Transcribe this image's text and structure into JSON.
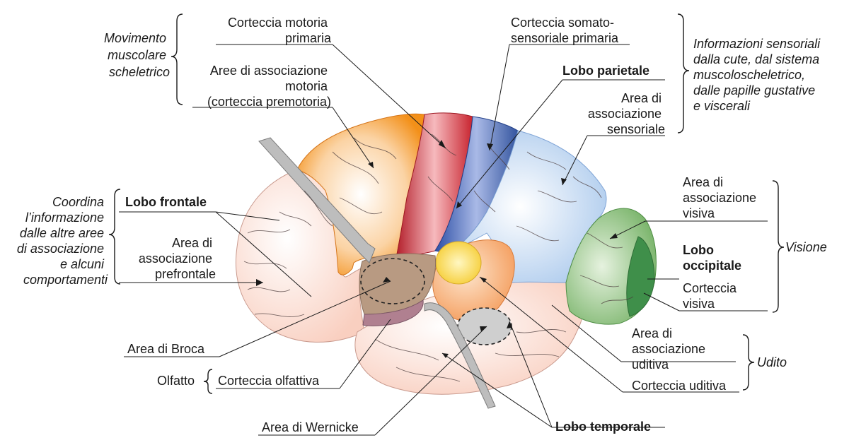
{
  "labels": {
    "motor_primary": [
      "Corteccia motoria",
      "primaria"
    ],
    "premotor": [
      "Aree di associazione",
      "motoria",
      "(corteccia premotoria)"
    ],
    "somatosensory": [
      "Corteccia somato-",
      "sensoriale primaria"
    ],
    "parietal_lobe": "Lobo parietale",
    "sensory_assoc": [
      "Area di",
      "associazione",
      "sensoriale"
    ],
    "visual_assoc": [
      "Area di",
      "associazione",
      "visiva"
    ],
    "occipital_lobe": [
      "Lobo",
      "occipitale"
    ],
    "visual_cortex": [
      "Corteccia",
      "visiva"
    ],
    "auditory_assoc": [
      "Area di",
      "associazione",
      "uditiva"
    ],
    "auditory_cortex": "Corteccia uditiva",
    "temporal_lobe": "Lobo temporale",
    "wernicke": "Area di Wernicke",
    "olfactory_cortex": "Corteccia olfattiva",
    "olfaction": "Olfatto",
    "broca": "Area di Broca",
    "prefrontal": [
      "Area di",
      "associazione",
      "prefrontale"
    ],
    "frontal_lobe": "Lobo frontale"
  },
  "groups": {
    "movement": [
      "Movimento",
      "muscolare",
      "scheletrico"
    ],
    "sensory_info": [
      "Informazioni sensoriali",
      "dalla cute, dal sistema",
      "muscoloscheletrico,",
      "dalle papille gustative",
      "e viscerali"
    ],
    "coordination": [
      "Coordina",
      "l’informazione",
      "dalle altre aree",
      "di associazione",
      "e alcuni",
      "comportamenti"
    ],
    "vision": "Visione",
    "hearing": "Udito"
  },
  "colors": {
    "prefrontal": "#fde3d8",
    "premotor": "#f7931e",
    "motor": "#d6323a",
    "somatosensory": "#3a5db8",
    "sensory_assoc": "#c5daf2",
    "visual_assoc": "#8fc47e",
    "visual_cortex": "#3f8f4a",
    "auditory": "#f6a86a",
    "auditory_primary": "#f7d44a",
    "broca": "#b89a82",
    "temporal": "#fde6de",
    "wernicke": "#c9c9c9",
    "olfactory": "#b08090",
    "sulcus": "#a8a8a8"
  }
}
